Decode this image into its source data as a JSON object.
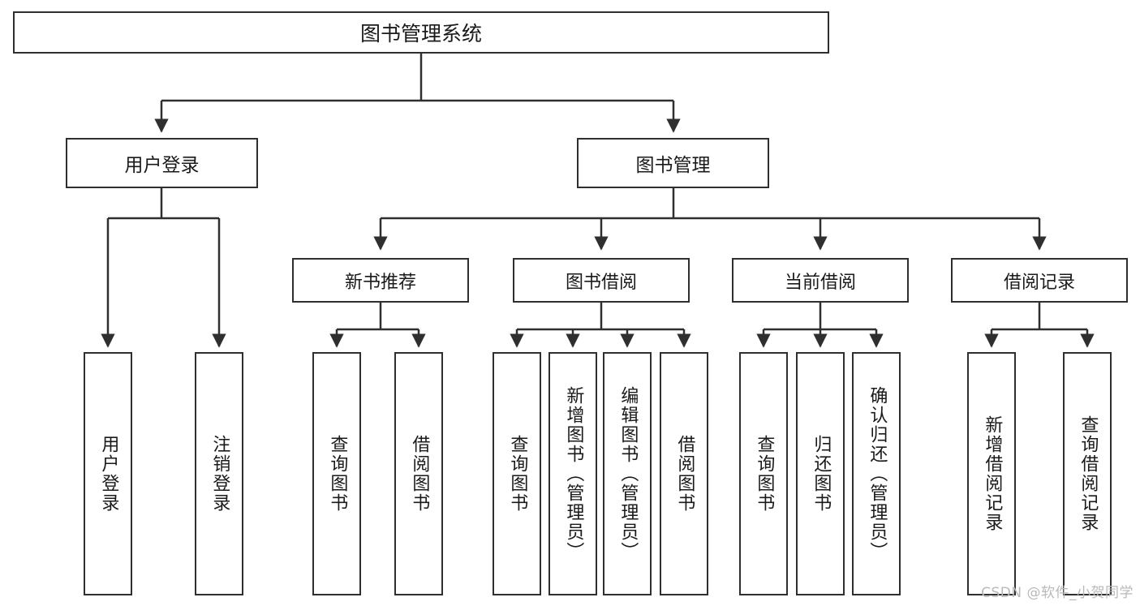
{
  "diagram": {
    "title": "图书管理系统",
    "type": "tree-hierarchy-flowchart",
    "watermark": "CSDN @软件_小贺同学",
    "colors": {
      "stroke": "#2f2f2f",
      "fill": "#ffffff",
      "text": "#1a1a1a",
      "watermark": "#b9b9b9"
    },
    "root": {
      "label": "图书管理系统"
    },
    "level1": [
      {
        "label": "用户登录"
      },
      {
        "label": "图书管理"
      }
    ],
    "level2": [
      {
        "label": "新书推荐"
      },
      {
        "label": "图书借阅"
      },
      {
        "label": "当前借阅"
      },
      {
        "label": "借阅记录"
      }
    ],
    "leaves": {
      "user_login": [
        {
          "label": "用户登录"
        },
        {
          "label": "注销登录"
        }
      ],
      "new_book_recommend": [
        {
          "label": "查询图书"
        },
        {
          "label": "借阅图书"
        }
      ],
      "book_borrow": [
        {
          "label": "查询图书"
        },
        {
          "label": "新增图书（管理员）"
        },
        {
          "label": "编辑图书（管理员）"
        },
        {
          "label": "借阅图书"
        }
      ],
      "current_borrow": [
        {
          "label": "查询图书"
        },
        {
          "label": "归还图书"
        },
        {
          "label": "确认归还（管理员）"
        }
      ],
      "borrow_record": [
        {
          "label": "新增借阅记录"
        },
        {
          "label": "查询借阅记录"
        }
      ]
    }
  }
}
